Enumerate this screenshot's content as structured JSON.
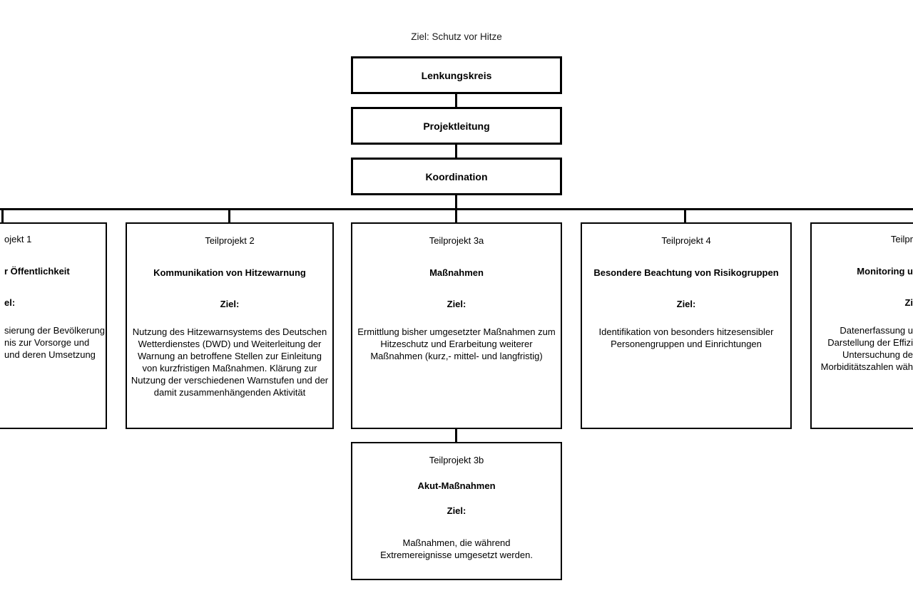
{
  "diagram_title": "Ziel: Schutz vor Hitze",
  "hierarchy": {
    "level1": "Lenkungskreis",
    "level2": "Projektleitung",
    "level3": "Koordination"
  },
  "subprojects": [
    {
      "clipped": "left",
      "label_fragment": "ojekt 1",
      "title_fragment": "r Öffentlichkeit",
      "goal_fragment": "el:",
      "body_lines": [
        "sierung der Bevölkerung",
        "nis zur Vorsorge und",
        "und deren Umsetzung"
      ]
    },
    {
      "label": "Teilprojekt 2",
      "title": "Kommunikation von Hitzewarnung",
      "goal_label": "Ziel:",
      "body": "Nutzung des Hitzewarnsystems des Deutschen Wetterdienstes (DWD) und Weiterleitung der Warnung an betroffene Stellen zur Einleitung von kurzfristigen Maßnahmen. Klärung zur Nutzung der verschiedenen Warnstufen und der damit zusammenhängenden Aktivität"
    },
    {
      "label": "Teilprojekt 3a",
      "title": "Maßnahmen",
      "goal_label": "Ziel:",
      "body": "Ermittlung bisher umgesetzter Maßnahmen zum Hitzeschutz und Erarbeitung weiterer Maßnahmen (kurz,- mittel- und langfristig)"
    },
    {
      "label": "Teilprojekt 4",
      "title": "Besondere Beachtung von Risikogruppen",
      "goal_label": "Ziel:",
      "body": "Identifikation von besonders hitzesensibler Personengruppen und Einrichtungen"
    },
    {
      "clipped": "right",
      "label_fragment": "Teilpr",
      "title_fragment": "Monitoring u",
      "goal_fragment": "Zi",
      "body_lines": [
        "Datenerfassung u",
        "Darstellung der Effizi",
        "Untersuchung de",
        "Morbiditätszahlen wäh"
      ]
    }
  ],
  "subproject_3b": {
    "label": "Teilprojekt 3b",
    "title": "Akut-Maßnahmen",
    "goal_label": "Ziel:",
    "body": "Maßnahmen, die während Extremereignisse umgesetzt werden."
  },
  "colors": {
    "background": "#ffffff",
    "border": "#000000",
    "text": "#000000"
  }
}
